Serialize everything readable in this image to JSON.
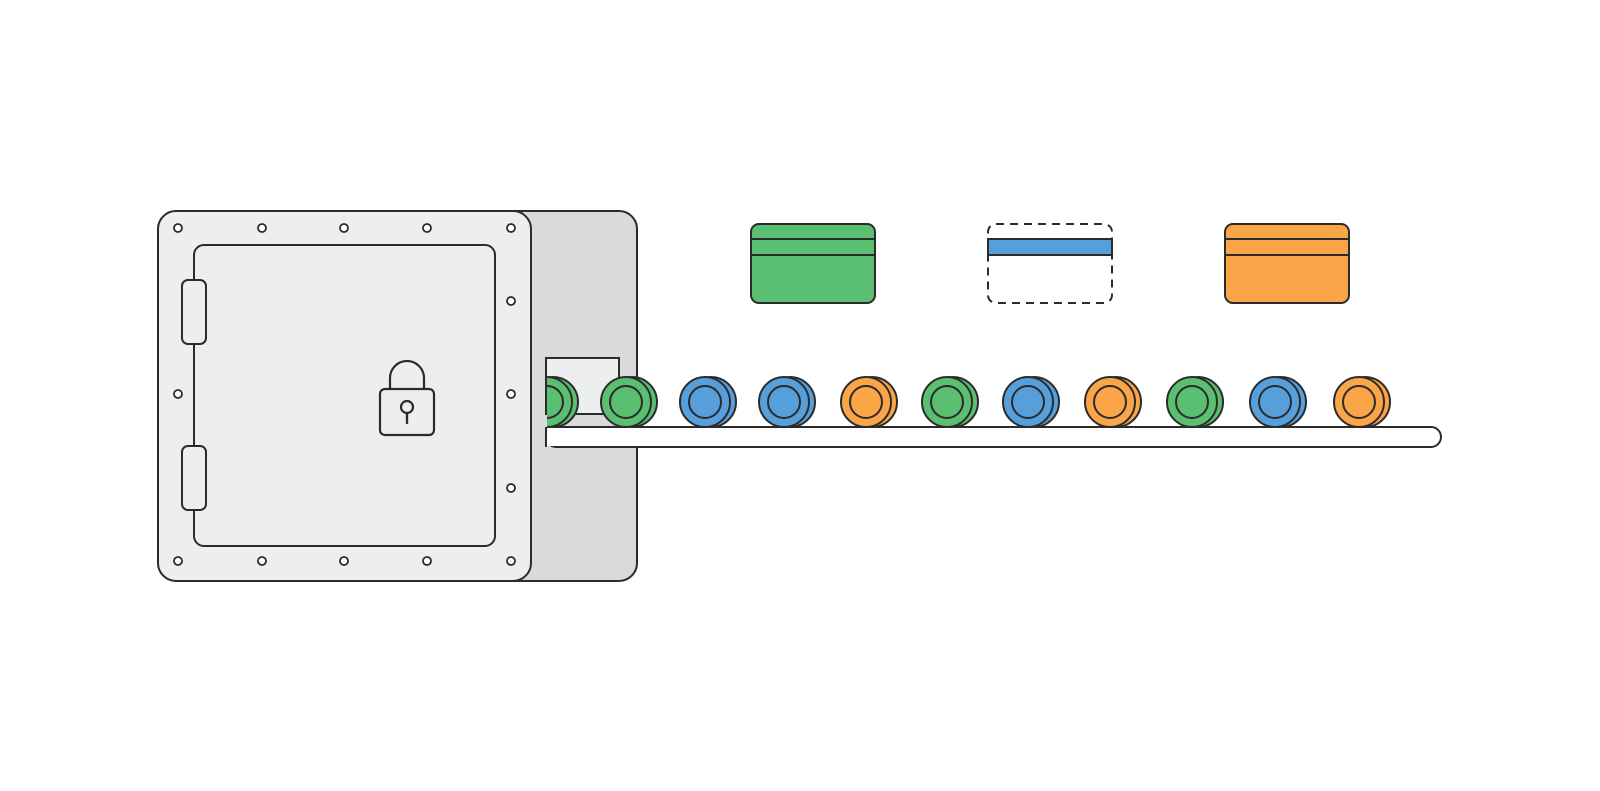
{
  "colors": {
    "background": "#ffffff",
    "outline": "#2b2b2b",
    "vault_face": "#eceef0",
    "vault_side": "#d9dadc",
    "green": "#5bbf72",
    "blue": "#579fdb",
    "orange": "#fba549",
    "belt": "#ffffff"
  },
  "icons": {
    "vault": "vault-icon",
    "lock": "padlock-icon"
  },
  "cards": [
    {
      "color": "green",
      "style": "solid"
    },
    {
      "color": "blue",
      "style": "dashed-outline"
    },
    {
      "color": "orange",
      "style": "solid"
    }
  ],
  "coins": [
    {
      "color": "green"
    },
    {
      "color": "green"
    },
    {
      "color": "blue"
    },
    {
      "color": "blue"
    },
    {
      "color": "orange"
    },
    {
      "color": "green"
    },
    {
      "color": "blue"
    },
    {
      "color": "orange"
    },
    {
      "color": "green"
    },
    {
      "color": "blue"
    },
    {
      "color": "orange"
    }
  ]
}
